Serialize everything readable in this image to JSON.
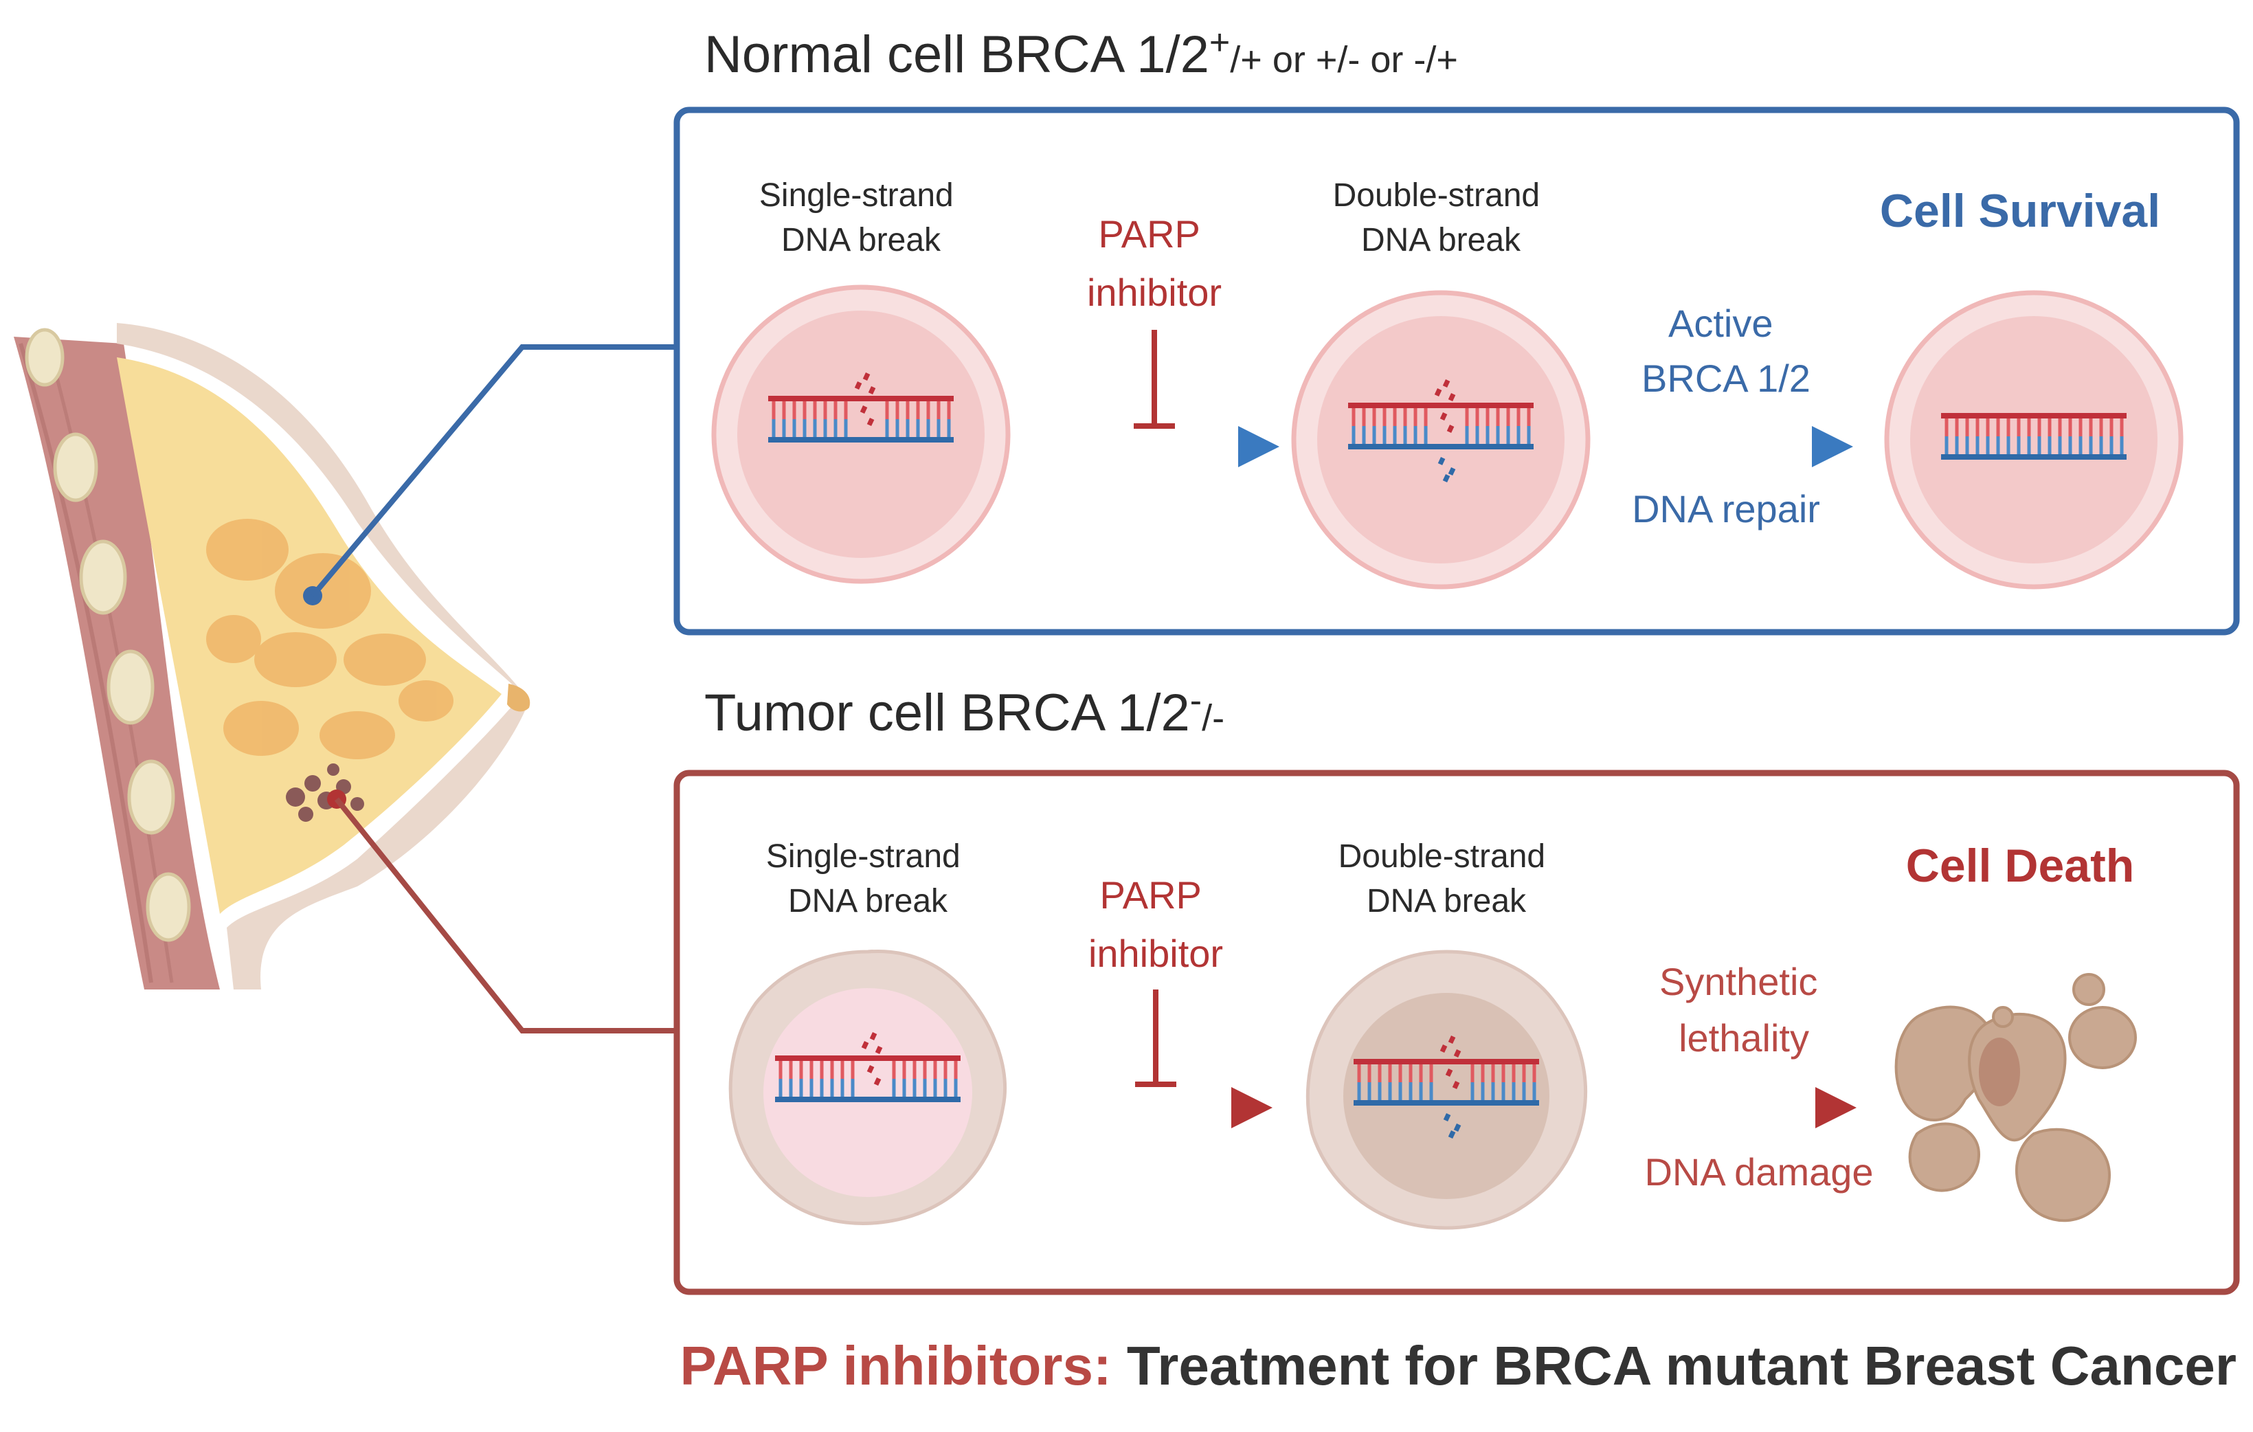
{
  "normal": {
    "title_main": "Normal cell BRCA 1/2",
    "title_sup": "+",
    "title_tail": "/+ or +/- or -/+",
    "single_l1": "Single-strand",
    "single_l2": "DNA break",
    "parp_l1": "PARP",
    "parp_l2": "inhibitor",
    "double_l1": "Double-strand",
    "double_l2": "DNA break",
    "active_l1": "Active",
    "active_l2": "BRCA 1/2",
    "repair": "DNA repair",
    "outcome": "Cell Survival"
  },
  "tumor": {
    "title_main": "Tumor cell BRCA 1/2",
    "title_sup": "-",
    "title_tail": "/-",
    "single_l1": "Single-strand",
    "single_l2": "DNA break",
    "parp_l1": "PARP",
    "parp_l2": "inhibitor",
    "double_l1": "Double-strand",
    "double_l2": "DNA break",
    "synth_l1": "Synthetic",
    "synth_l2": "lethality",
    "damage": "DNA damage",
    "outcome": "Cell Death"
  },
  "footer": {
    "part1": "PARP inhibitors:",
    "part2": " Treatment for BRCA mutant Breast Cancer"
  },
  "colors": {
    "blue": "#3a6aa8",
    "red": "#b23434",
    "dark_red": "#a54a45",
    "text": "#2a2a2a",
    "cell_ring": "#f0c0c0",
    "cell_fill": "#f6d6d6",
    "tumor_fill": "#e8d7d0",
    "dead_cell": "#c9a891"
  }
}
